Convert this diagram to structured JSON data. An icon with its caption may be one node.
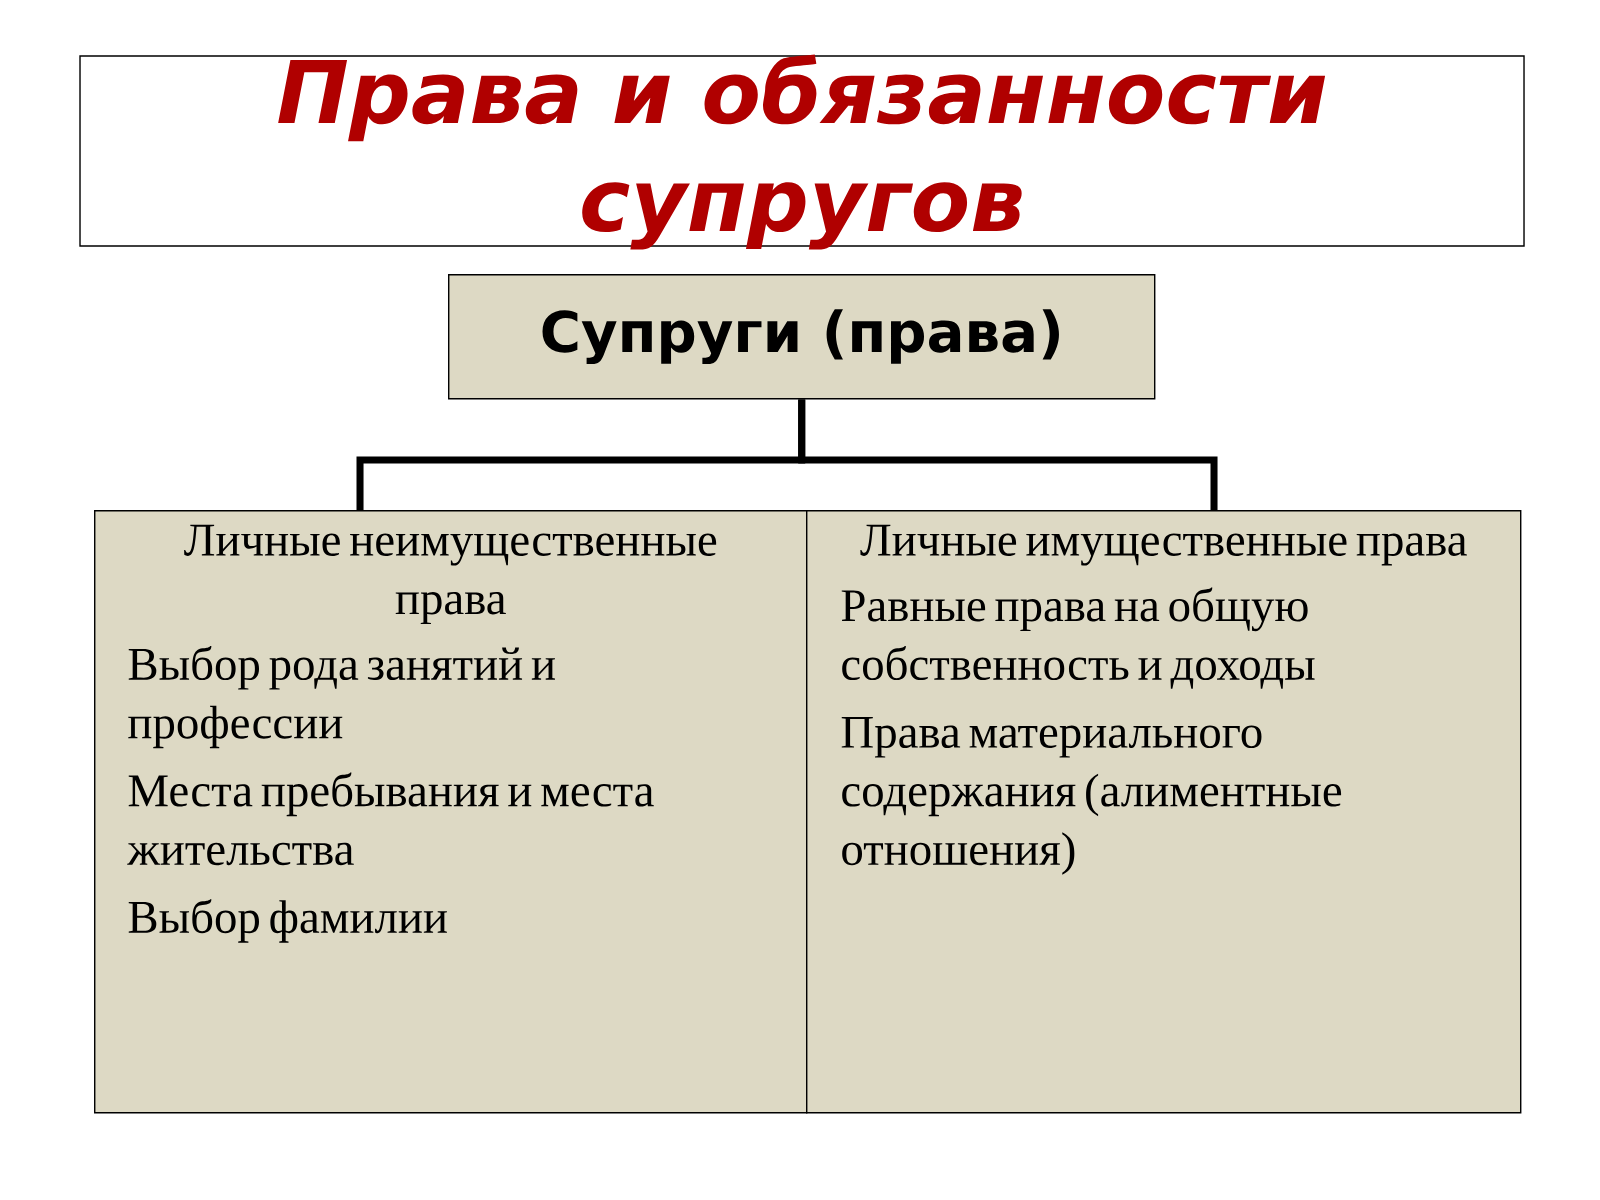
{
  "diagram": {
    "title": "Права и обязанности супругов",
    "nodes": [
      {
        "text": [
          "Супруги (права)"
        ]
      },
      {
        "text": [
          "Личные неимущественные права",
          "Выбор рода занятий и профессии",
          "Места пребывания и места жительства",
          "Выбор фамилии"
        ]
      },
      {
        "text": [
          "Личные имущественные права",
          "Равные права на общую собственность и доходы",
          "Права материального содержания (алиментные отношения)"
        ]
      }
    ],
    "edges": [
      {
        "from": 0,
        "to": 1,
        "arrow": "none"
      },
      {
        "from": 0,
        "to": 2,
        "arrow": "none"
      }
    ]
  }
}
